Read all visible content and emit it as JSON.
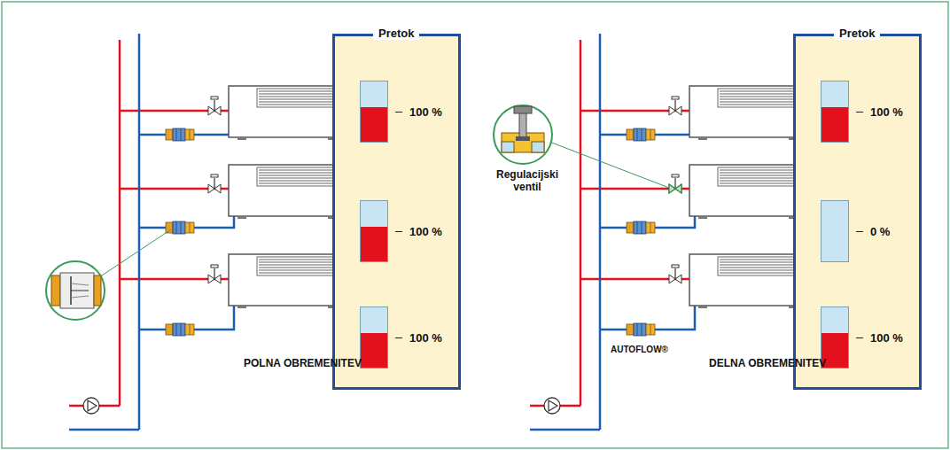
{
  "diagram": {
    "nodes": [
      {
        "text": [
          "Pretok",
          "100 %",
          "100 %",
          "100 %"
        ]
      },
      {
        "text": [
          "Pretok",
          "100 %",
          "0 %",
          "100 %"
        ]
      }
    ],
    "labels": [
      "Regulacijski ventil",
      "AUTOFLOW®",
      "POLNA OBREMENITEV",
      "DELNA OBREMENITEV"
    ]
  }
}
